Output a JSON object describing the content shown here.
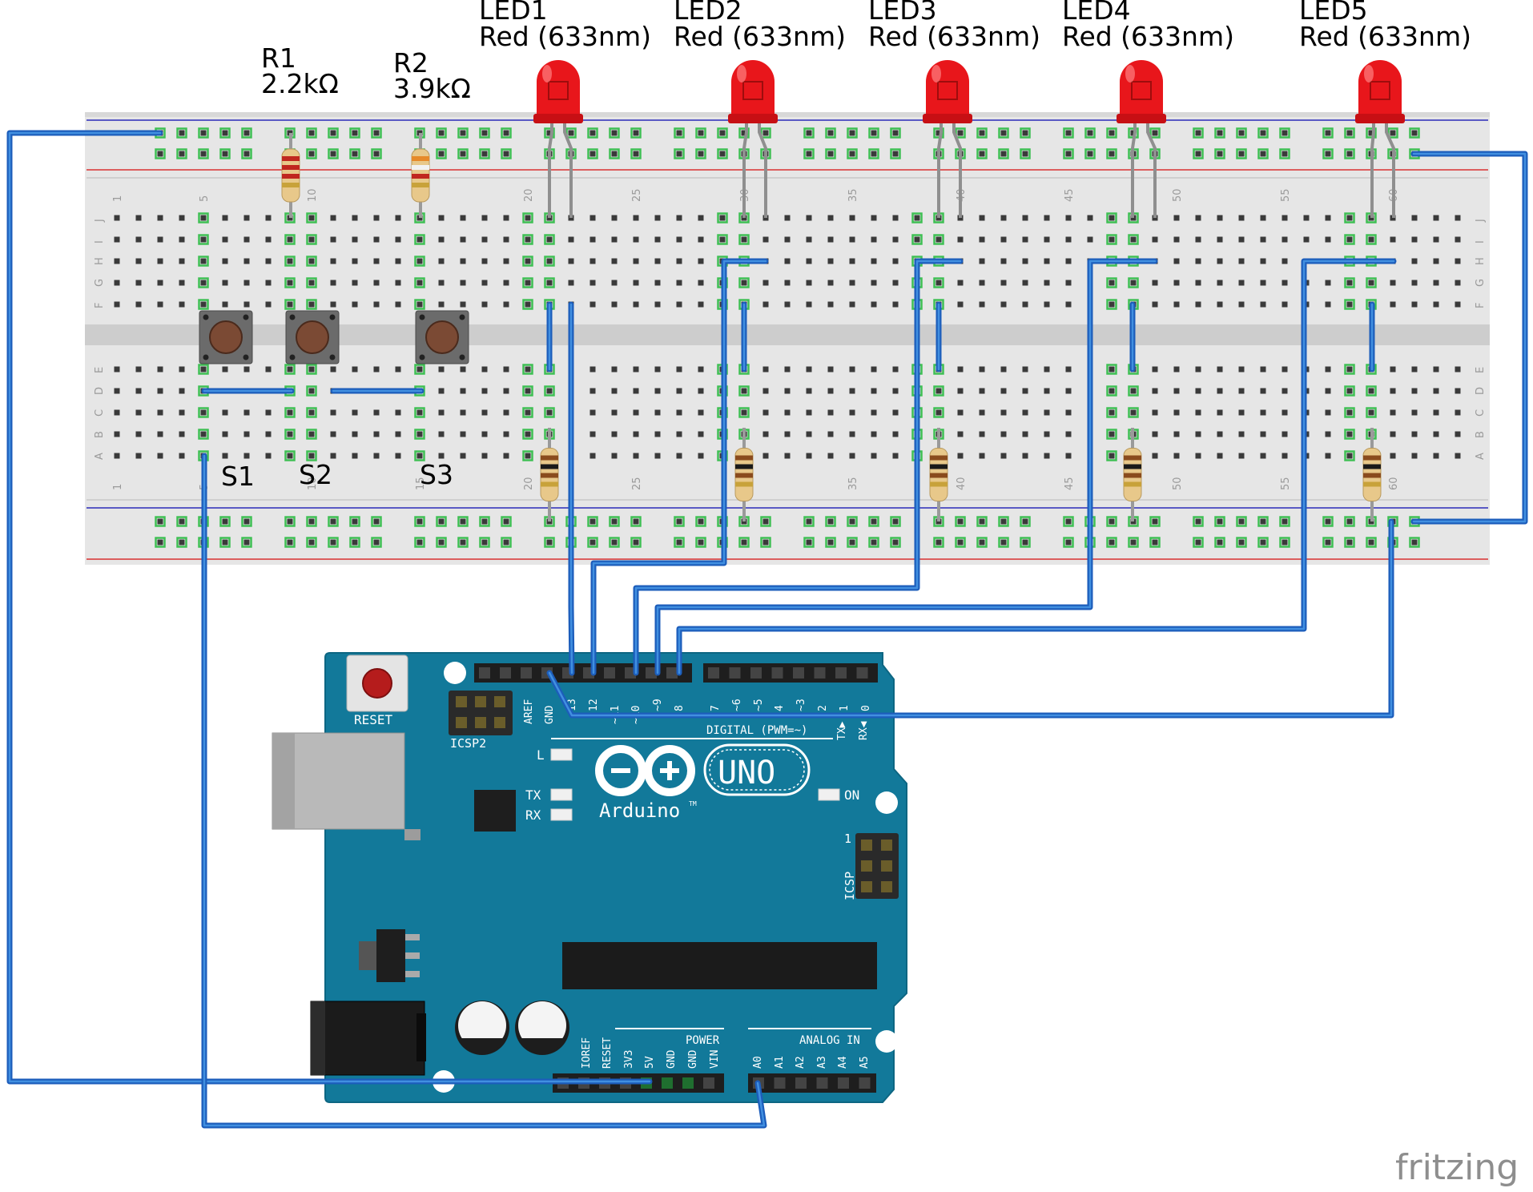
{
  "labels": {
    "r1": {
      "name": "R1",
      "value": "2.2kΩ"
    },
    "r2": {
      "name": "R2",
      "value": "3.9kΩ"
    },
    "leds": [
      {
        "name": "LED1",
        "desc": "Red (633nm)"
      },
      {
        "name": "LED2",
        "desc": "Red (633nm)"
      },
      {
        "name": "LED3",
        "desc": "Red (633nm)"
      },
      {
        "name": "LED4",
        "desc": "Red (633nm)"
      },
      {
        "name": "LED5",
        "desc": "Red (633nm)"
      }
    ],
    "switches": [
      "S1",
      "S2",
      "S3"
    ]
  },
  "breadboard": {
    "col_numbers": [
      "1",
      "5",
      "10",
      "15",
      "20",
      "25",
      "30",
      "35",
      "40",
      "45",
      "50",
      "55",
      "60"
    ],
    "row_letters_top": [
      "J",
      "I",
      "H",
      "G",
      "F"
    ],
    "row_letters_bottom": [
      "E",
      "D",
      "C",
      "B",
      "A"
    ]
  },
  "arduino": {
    "reset_label": "RESET",
    "icsp2_label": "ICSP2",
    "icsp_label": "ICSP",
    "icsp_pin1": "1",
    "digital_label": "DIGITAL (PWM=~)",
    "tx_arrow": "TX▶",
    "rx_arrow": "RX◀",
    "led_l": "L",
    "led_tx": "TX",
    "led_rx": "RX",
    "on_label": "ON",
    "brand": "Arduino",
    "tm": "TM",
    "model": "UNO",
    "power_label": "POWER",
    "analog_label": "ANALOG IN",
    "digital_pins": [
      "AREF",
      "GND",
      "13",
      "12",
      "~11",
      "~10",
      "~9",
      "8",
      "7",
      "~6",
      "~5",
      "4",
      "~3",
      "2",
      "TX▶1",
      "RX◀0"
    ],
    "power_pins": [
      "IOREF",
      "RESET",
      "3V3",
      "5V",
      "GND",
      "GND",
      "VIN"
    ],
    "analog_pins": [
      "A0",
      "A1",
      "A2",
      "A3",
      "A4",
      "A5"
    ]
  },
  "watermark": "fritzing",
  "colors": {
    "wire": "#1c5dbb",
    "board": "#12799a",
    "breadboard": "#e7e7e7",
    "led": "#e8161b",
    "hole_active": "#3fbf54"
  }
}
